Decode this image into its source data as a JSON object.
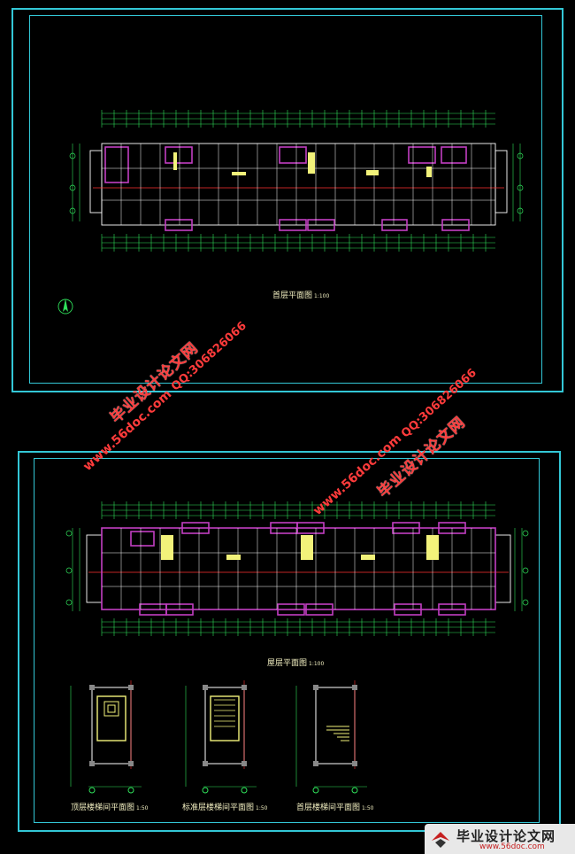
{
  "drawings": {
    "top_sheet": {
      "plan_title": "首层平面图",
      "plan_scale": "1:100"
    },
    "bottom_sheet": {
      "plan_title": "屋层平面图",
      "plan_scale": "1:100",
      "stair_details": [
        {
          "title": "顶层楼梯间平面图",
          "scale": "1:50"
        },
        {
          "title": "标准层楼梯间平面图",
          "scale": "1:50"
        },
        {
          "title": "首层楼梯间平面图",
          "scale": "1:50"
        }
      ]
    }
  },
  "watermarks": {
    "site_name": "毕业设计论文网",
    "url": "www.56doc.com",
    "qq": "QQ:306826066"
  },
  "badge": {
    "title": "毕业设计论文网",
    "url": "www.56doc.com"
  },
  "colors": {
    "frame": "#33c7d6",
    "grid": "#2fe05a",
    "walls": "#ffffff",
    "rooms": "#c23fc2",
    "axis": "#ff3030",
    "stairs": "#f2f27a",
    "watermark": "#ff3b3b"
  }
}
